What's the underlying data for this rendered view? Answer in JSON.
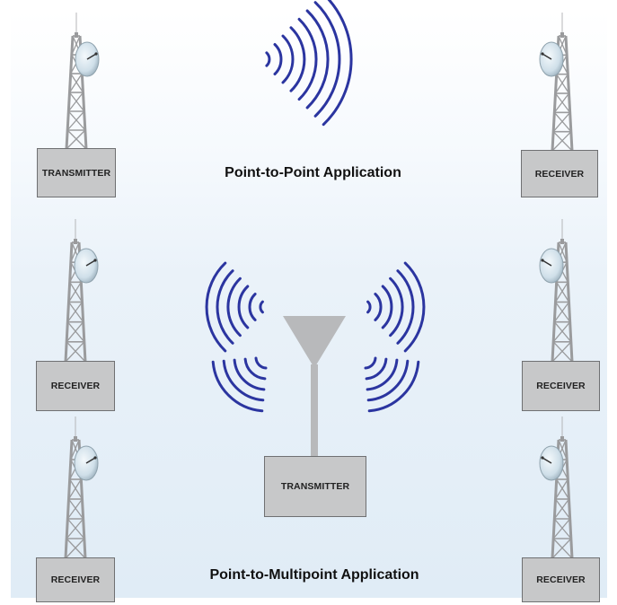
{
  "top": {
    "title": "Point-to-Point Application",
    "transmitter_label": "TRANSMITTER",
    "receiver_label": "RECEIVER"
  },
  "bottom": {
    "title": "Point-to-Multipoint Application",
    "transmitter_label": "TRANSMITTER",
    "receiver_labels": [
      "RECEIVER",
      "RECEIVER",
      "RECEIVER",
      "RECEIVER"
    ]
  },
  "colors": {
    "signal_wave": "#2b35a0",
    "tower": "#9a9b9d",
    "box_fill": "#c7c8c9",
    "box_border": "#6f7072",
    "antenna": "#b8b9bb"
  }
}
